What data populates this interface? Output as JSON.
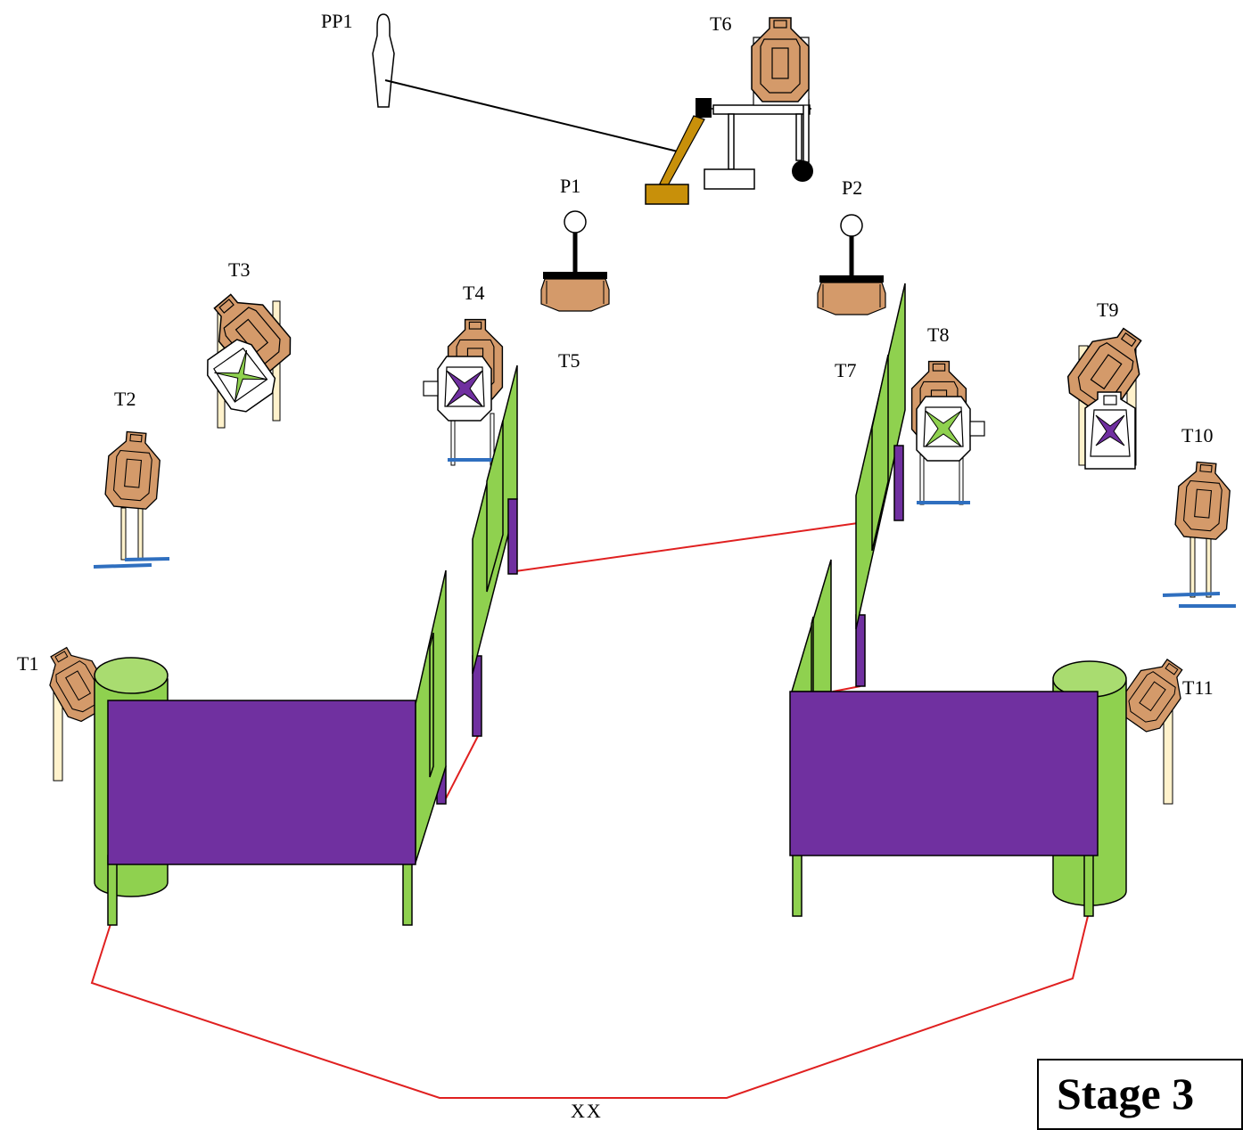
{
  "labels": {
    "pp1": "PP1",
    "t1": "T1",
    "t2": "T2",
    "t3": "T3",
    "t4": "T4",
    "t5": "T5",
    "t6": "T6",
    "t7": "T7",
    "t8": "T8",
    "t9": "T9",
    "t10": "T10",
    "t11": "T11",
    "p1": "P1",
    "p2": "P2",
    "start": "XX"
  },
  "stage": {
    "title": "Stage 3"
  },
  "colors": {
    "target_tan": "#d49a6a",
    "barrel_green": "#8fd14f",
    "barrel_top": "#a9dc70",
    "wall_purple": "#7030a0",
    "wall_green": "#8fd14f",
    "fault_line": "#e02020",
    "swinger_arm": "#c8900a",
    "stand_blue": "#2f6fbf",
    "post_cream": "#fff2cc"
  }
}
